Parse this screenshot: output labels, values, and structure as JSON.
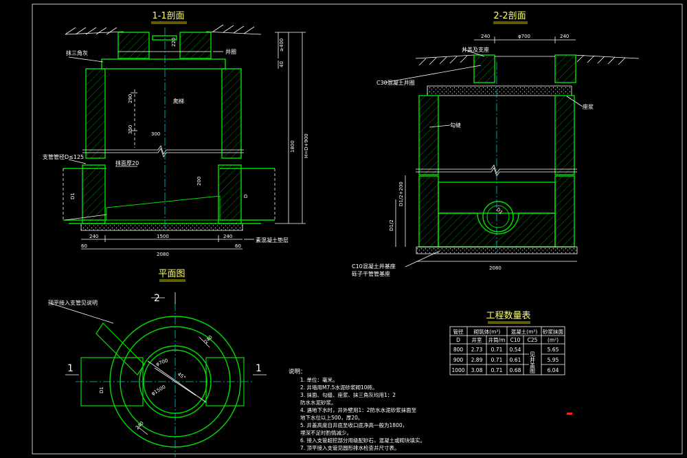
{
  "titles": {
    "section_1": "1-1剖面",
    "section_2": "2-2剖面",
    "plan": "平面图",
    "table": "工程数量表"
  },
  "section1": {
    "labels": {
      "corner": "抹三角灰",
      "cover": "井圈",
      "step": "爬梯",
      "pipe_top": "支管管径D≤125",
      "plaster": "抹面厚20",
      "base": "素混凝土垫层"
    },
    "dims": {
      "d220": "220",
      "d400": "≥400",
      "d40": "40",
      "d290": "290",
      "d350": "350",
      "d300": "300",
      "d200": "200",
      "d1800": "1800",
      "d_h": "H=D+900",
      "d_d1": "D1",
      "d_d": "D",
      "d240a": "240",
      "d1500": "1500",
      "d240b": "240",
      "d60a": "60",
      "d60b": "60",
      "d2080": "2080"
    }
  },
  "section2": {
    "labels": {
      "support": "井盖及支座",
      "c30": "C30混凝土井圈",
      "joint": "勾缝",
      "seat": "座浆",
      "c10_1": "C10混凝土井基座",
      "c10_2": "砾子干管管基座"
    },
    "dims": {
      "d240a": "240",
      "d700": "φ700",
      "d240b": "240",
      "d_d2": "D1/2+200",
      "d_d3": "D1/2",
      "d_d1": "D1",
      "d2080": "2080"
    }
  },
  "plan": {
    "labels": {
      "note": "顶平接入支管见说明",
      "mark1_left": "1",
      "mark1_right": "1",
      "mark2": "2",
      "d700": "φ700",
      "d1500": "φ1500",
      "d240a": "240",
      "d240b": "240",
      "d_d1": "D1",
      "d45": "45°"
    }
  },
  "table": {
    "headers": {
      "pipe": "管径",
      "pipe_sub": "D",
      "masonry": "砌筑体(m³)",
      "masonry_sub1": "井室",
      "masonry_sub2": "井筒/m",
      "concrete": "混凝土(m³)",
      "concrete_sub1": "C10",
      "concrete_sub2": "C25",
      "plaster": "砂浆抹面",
      "plaster_sub": "(m²)"
    },
    "c25_note": "见井盖图",
    "rows": [
      {
        "d": "800",
        "room": "2.73",
        "shaft": "0.71",
        "c10": "0.54",
        "plaster": "5.65"
      },
      {
        "d": "900",
        "room": "2.89",
        "shaft": "0.71",
        "c10": "0.61",
        "plaster": "5.95"
      },
      {
        "d": "1000",
        "room": "3.08",
        "shaft": "0.71",
        "c10": "0.68",
        "plaster": "6.04"
      }
    ]
  },
  "notes": {
    "title": "说明：",
    "lines": [
      "1. 单位：毫米。",
      "2. 井墙用M7.5水泥砂浆砌10砖。",
      "3. 抹面、勾缝、座浆、抹三角灰均用1：2",
      "   防水水泥砂浆。",
      "4. 遇地下水时，井外壁用1：2防水水泥砂浆抹面至",
      "   地下水位以上500，厚20。",
      "5. 井盖高度自井底至收口底净高一般为1800，",
      "   埋深不足时酌情减少。",
      "6. 接入支管超挖部分用级配砂石，混凝土或砌块填实。",
      "7. 顶平接入支管见圆形排水检查井尺寸表。"
    ]
  },
  "colors": {
    "background": "#000000",
    "structure": "#00e000",
    "annotation": "#ffffff",
    "title": "#ffff66",
    "center": "#00c8c8"
  }
}
